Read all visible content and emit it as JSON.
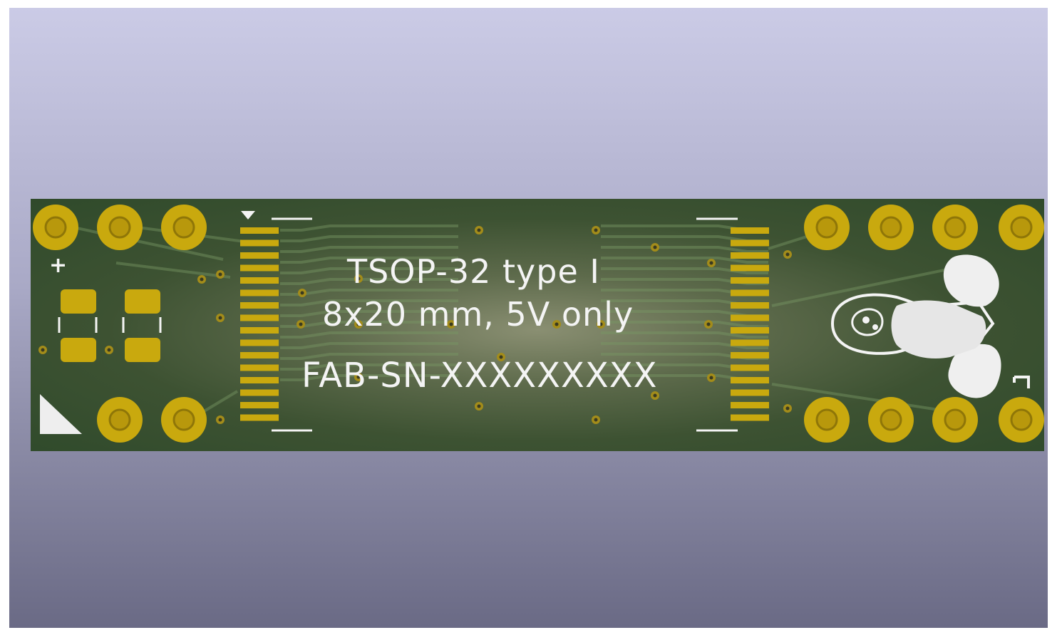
{
  "silkscreen": {
    "title": "TSOP-32 type I",
    "subtitle": "8x20 mm, 5V only",
    "serial": "FAB-SN-XXXXXXXXX",
    "plus_marker": "+"
  },
  "colors": {
    "pad_gold": "#c9a90e",
    "hole_gold": "#b8980c",
    "silkscreen": "#f4f4f4",
    "soldermask": "#3d5232",
    "viewport_bg": "#b4b4d2"
  },
  "icons": {
    "logo": "penguin-logo-icon",
    "pin1": "pin1-triangle-icon",
    "corner": "corner-triangle-icon"
  }
}
